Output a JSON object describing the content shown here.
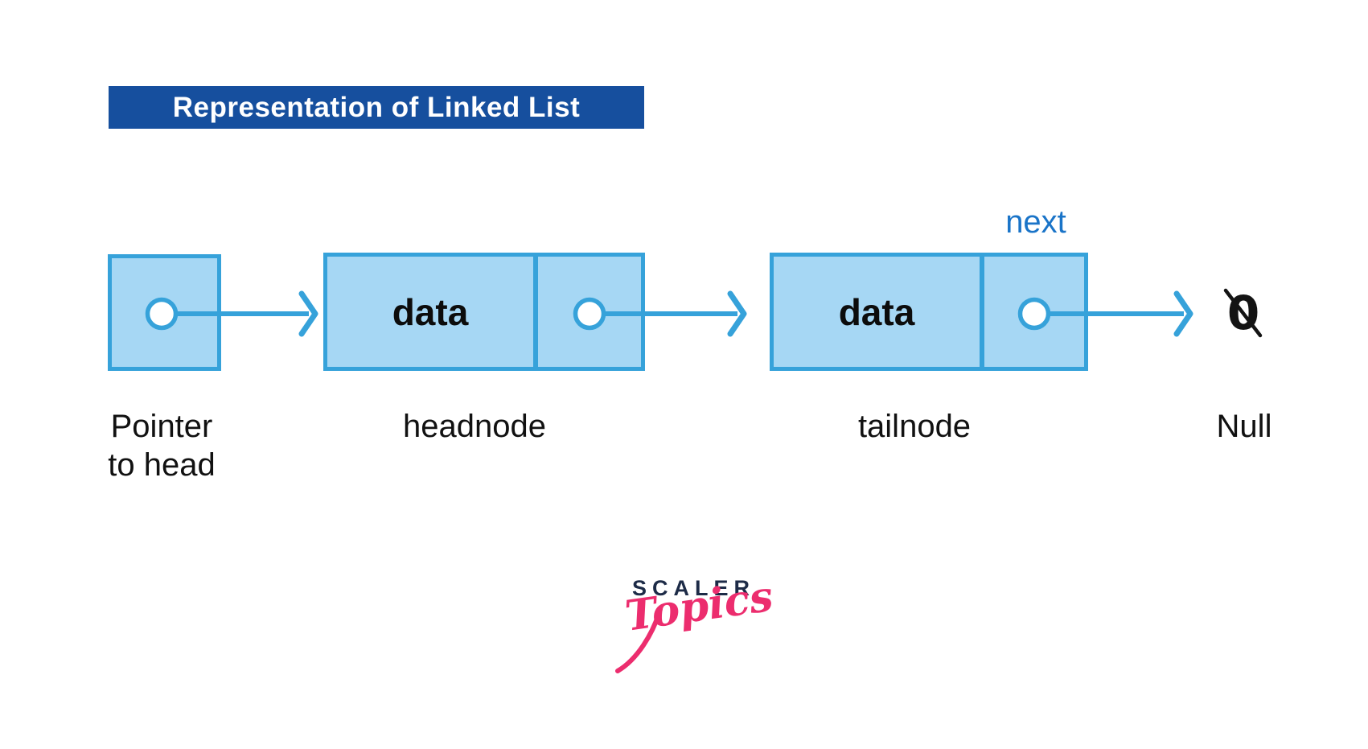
{
  "banner": {
    "label": "Representation of Linked List"
  },
  "diagram": {
    "next_label": "next",
    "pointer": {
      "caption_line1": "Pointer",
      "caption_line2": "to head"
    },
    "nodes": [
      {
        "data_label": "data",
        "caption": "headnode"
      },
      {
        "data_label": "data",
        "caption": "tailnode"
      }
    ],
    "null_symbol": "0",
    "null_caption": "Null"
  },
  "logo": {
    "brand": "SCALER",
    "sub": "Topics"
  },
  "colors": {
    "banner_bg": "#164F9E",
    "banner_text": "#FFFFFF",
    "node_fill": "#A6D7F4",
    "node_border": "#36A2DA",
    "arrow": "#36A2DA",
    "next_label": "#1A74C8",
    "label_text": "#111111",
    "null_glyph": "#141414",
    "scaler_navy": "#1D2B47",
    "topics_pink": "#EC2D6E"
  }
}
